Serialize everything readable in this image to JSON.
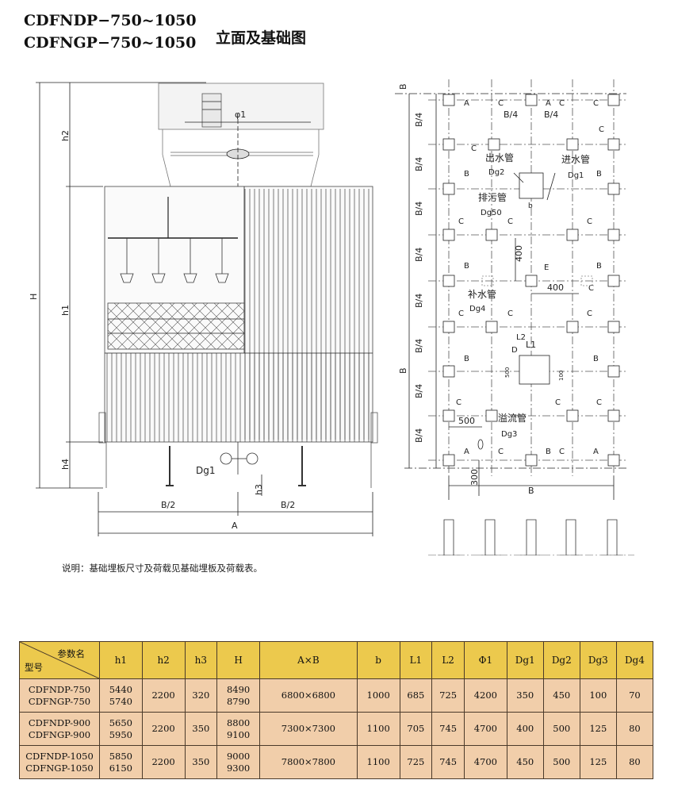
{
  "title": {
    "models": [
      "CDFNDP−750~1050",
      "CDFNGP−750~1050"
    ],
    "cn": "立面及基础图"
  },
  "drawing_labels": {
    "dim_b_top": "B",
    "h2": "h2",
    "H": "H",
    "h1": "h1",
    "h4": "h4",
    "h3": "h3",
    "phi1": "φ1",
    "dg1": "Dg1",
    "b_half_left": "B/2",
    "b_half_right": "B/2",
    "a_bottom": "A",
    "b_quarter": "B/4",
    "b_side": "B",
    "b_bottom": "B",
    "d300": "300",
    "d400a": "400",
    "d400b": "400",
    "d500": "500",
    "outlet": "出水管",
    "outlet_dg": "Dg2",
    "inlet": "进水管",
    "inlet_dg": "Dg1",
    "drain": "排污管",
    "drain_dg": "Dg50",
    "makeup": "补水管",
    "makeup_dg": "Dg4",
    "overflow": "溢流管",
    "overflow_dg": "Dg3",
    "l1": "L1",
    "l2": "L2",
    "d": "D",
    "e": "E",
    "b_small": "b",
    "n500": "500",
    "n100": "100",
    "grid_A": "A",
    "grid_B": "B",
    "grid_C": "C"
  },
  "note": "说明：基础埋板尺寸及荷载见基础埋板及荷载表。",
  "table": {
    "corner_param": "参数名",
    "corner_model": "型号",
    "headers": [
      "h1",
      "h2",
      "h3",
      "H",
      "A×B",
      "b",
      "L1",
      "L2",
      "Φ1",
      "Dg1",
      "Dg2",
      "Dg3",
      "Dg4"
    ],
    "rows": [
      {
        "model_a": "CDFNDP-750",
        "model_b": "CDFNGP-750",
        "h1_a": "5440",
        "h1_b": "5740",
        "h2": "2200",
        "h3": "320",
        "H_a": "8490",
        "H_b": "8790",
        "AxB": "6800×6800",
        "b": "1000",
        "L1": "685",
        "L2": "725",
        "phi1": "4200",
        "dg1": "350",
        "dg2": "450",
        "dg3": "100",
        "dg4": "70"
      },
      {
        "model_a": "CDFNDP-900",
        "model_b": "CDFNGP-900",
        "h1_a": "5650",
        "h1_b": "5950",
        "h2": "2200",
        "h3": "350",
        "H_a": "8800",
        "H_b": "9100",
        "AxB": "7300×7300",
        "b": "1100",
        "L1": "705",
        "L2": "745",
        "phi1": "4700",
        "dg1": "400",
        "dg2": "500",
        "dg3": "125",
        "dg4": "80"
      },
      {
        "model_a": "CDFNDP-1050",
        "model_b": "CDFNGP-1050",
        "h1_a": "5850",
        "h1_b": "6150",
        "h2": "2200",
        "h3": "350",
        "H_a": "9000",
        "H_b": "9300",
        "AxB": "7800×7800",
        "b": "1100",
        "L1": "725",
        "L2": "745",
        "phi1": "4700",
        "dg1": "450",
        "dg2": "500",
        "dg3": "125",
        "dg4": "80"
      }
    ]
  }
}
